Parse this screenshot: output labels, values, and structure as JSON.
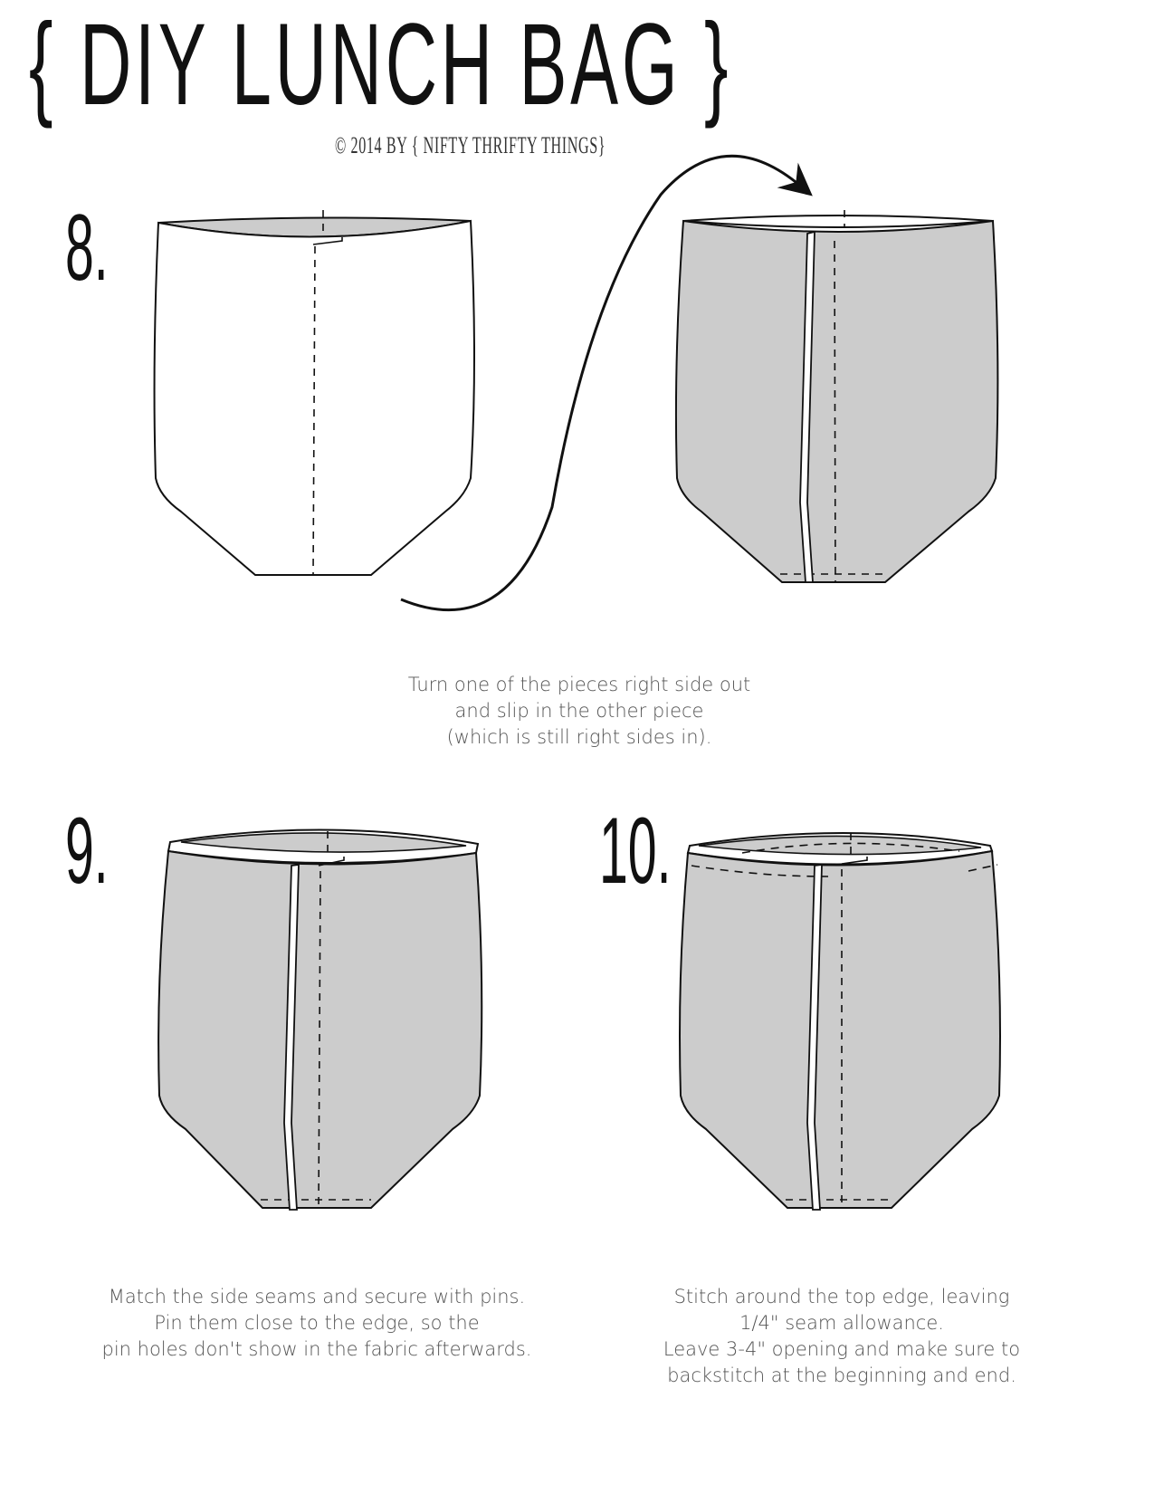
{
  "header": {
    "title": "{ DIY LUNCH BAG }",
    "subtitle": "© 2014 BY { NIFTY THRIFTY THINGS}"
  },
  "steps": [
    {
      "number": "8.",
      "caption": [
        "Turn one of the pieces right side out",
        "and slip in the other piece",
        "(which is still right sides in)."
      ]
    },
    {
      "number": "9.",
      "caption": [
        "Match the side seams and secure with pins.",
        "Pin them close to the edge, so the",
        "pin holes don't show in the fabric afterwards."
      ]
    },
    {
      "number": "10.",
      "caption": [
        "Stitch around the top edge, leaving",
        "1/4\" seam allowance.",
        "Leave 3-4\" opening and make sure to",
        "backstitch at the beginning and end."
      ]
    }
  ],
  "colors": {
    "fabric_gray": "#cccccc",
    "outline": "#111111",
    "caption_text": "#555555"
  }
}
